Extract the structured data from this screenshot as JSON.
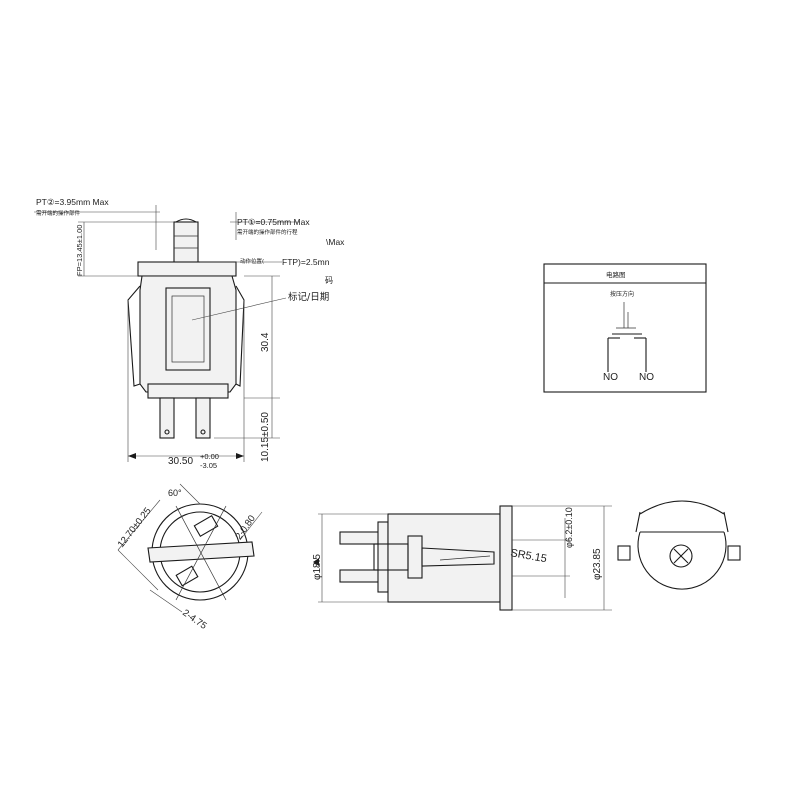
{
  "front_view": {
    "pt2": "PT②=3.95mm Max",
    "pt2_note": "需开端的操作部件",
    "pt1": "PT①=0.75mm Max",
    "pt1_note": "需开端的操作部件的行程",
    "max_fragment": "\\Max",
    "fp": "FP=13.45±1.00",
    "ftp": "FTP)=2.5mn",
    "ftp_prefix": "动作位置(",
    "mark_label": "标记/日期",
    "mark_prefix": "码",
    "height": "30.4",
    "terminal": "10.15±0.50",
    "width": "30.50",
    "width_tol_upper": "+0.00",
    "width_tol_lower": "-3.05"
  },
  "circuit": {
    "title": "电路图",
    "direction": "按压方向",
    "no_left": "NO",
    "no_right": "NO"
  },
  "bottom_left": {
    "angle": "60°",
    "dim_a": "12.70±0.25",
    "dim_b": "2-0.80",
    "dim_c": "2-4.75"
  },
  "side_view": {
    "body_dia": "φ18.5",
    "hole_dia": "φ6.2±0.10",
    "sr": "SR5.15",
    "flange_dia": "φ23.85"
  },
  "end_view": {}
}
